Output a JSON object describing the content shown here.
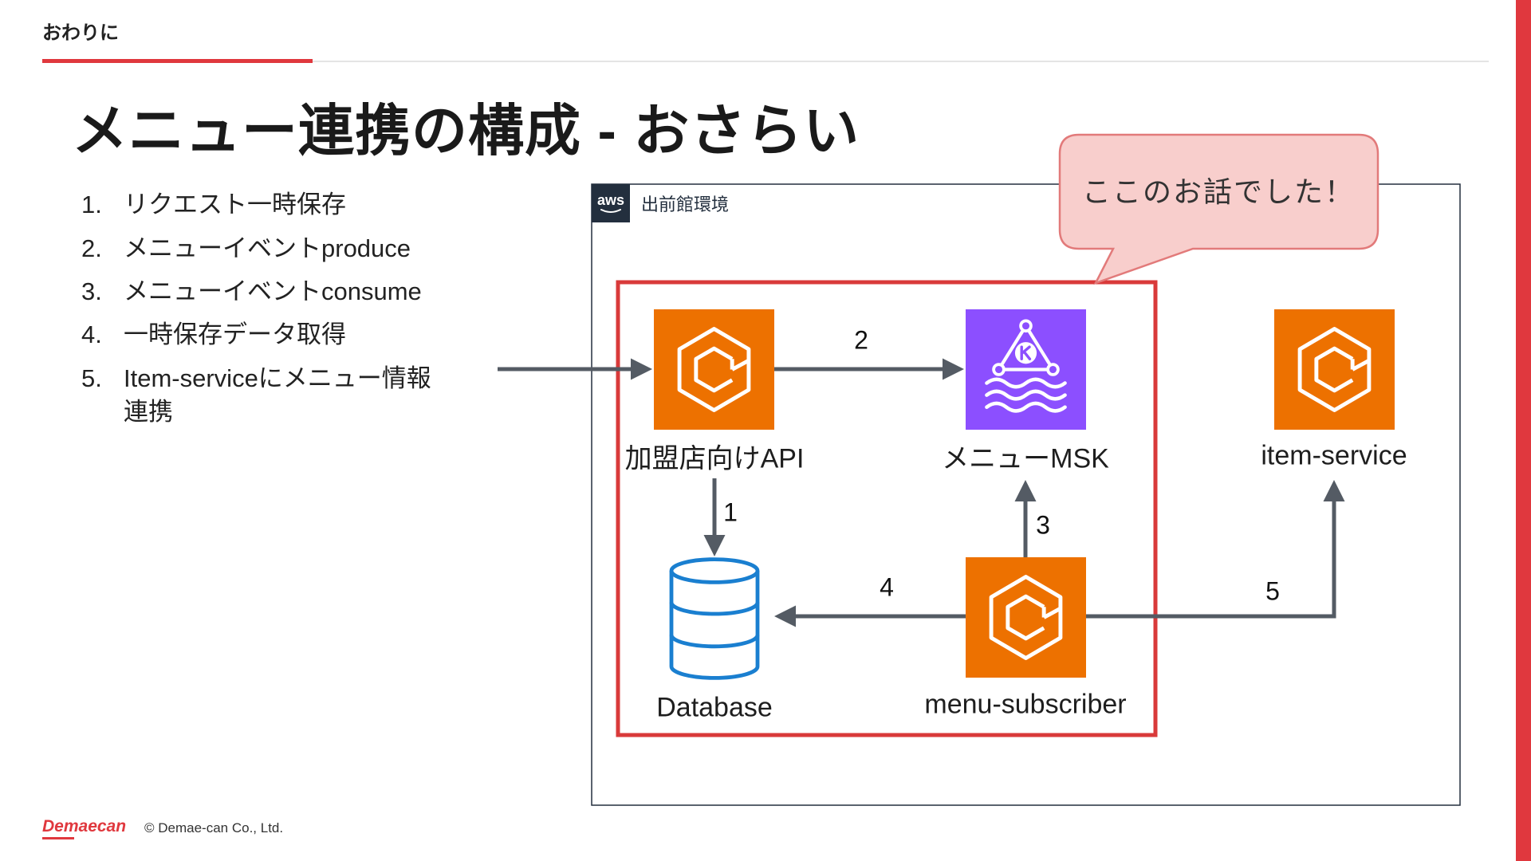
{
  "header": {
    "section": "おわりに"
  },
  "title": "メニュー連携の構成 - おさらい",
  "steps": [
    {
      "num": "1.",
      "text": "リクエスト一時保存"
    },
    {
      "num": "2.",
      "text": "メニューイベントproduce"
    },
    {
      "num": "3.",
      "text": "メニューイベントconsume"
    },
    {
      "num": "4.",
      "text": "一時保存データ取得"
    },
    {
      "num": "5.",
      "text": "Item-serviceにメニュー情報\n連携"
    }
  ],
  "diagram": {
    "environment": {
      "logo": "aws",
      "label": "出前館環境"
    },
    "callout": "ここのお話でした！",
    "nodes": {
      "franchise_api": {
        "label": "加盟店向けAPI",
        "icon": "compute-icon"
      },
      "menu_msk": {
        "label": "メニューMSK",
        "icon": "msk-icon"
      },
      "item_service": {
        "label": "item-service",
        "icon": "compute-icon"
      },
      "database": {
        "label": "Database",
        "icon": "database-icon"
      },
      "menu_subscriber": {
        "label": "menu-subscriber",
        "icon": "compute-icon"
      }
    },
    "edges": [
      {
        "label": "1"
      },
      {
        "label": "2"
      },
      {
        "label": "3"
      },
      {
        "label": "4"
      },
      {
        "label": "5"
      }
    ]
  },
  "footer": {
    "logo": "Demaecan",
    "copyright": "© Demae-can Co., Ltd."
  },
  "colors": {
    "accent_red": "#E0383E",
    "frame_red": "#D93A3A",
    "compute_orange": "#ED7100",
    "msk_purple": "#8C4FFF",
    "arrow_gray": "#545B64",
    "database_blue": "#1A7FD0",
    "callout_fill": "#F8CECC",
    "callout_border": "#E27A7A",
    "aws_navy": "#232F3E"
  }
}
